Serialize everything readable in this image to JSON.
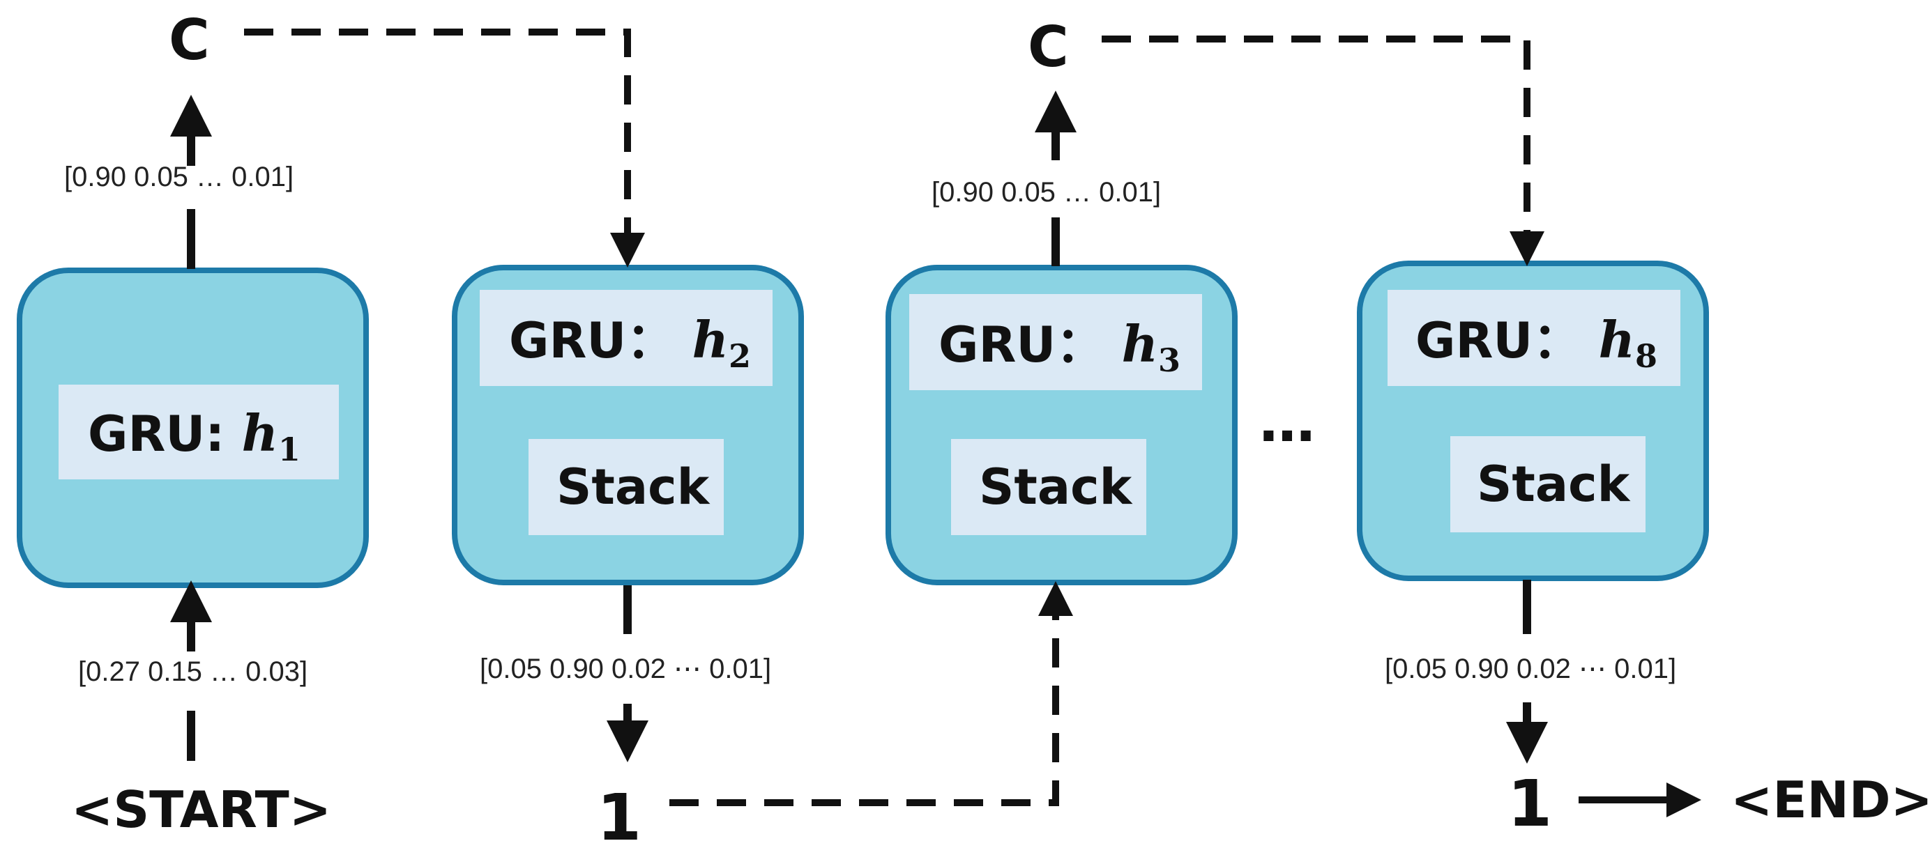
{
  "diagram": {
    "colors": {
      "cell_fill": "#8bd3e3",
      "cell_border": "#1d7aa8",
      "label_fill": "#dbe9f5",
      "ink": "#111111"
    },
    "cells": [
      {
        "gru_text": "GRU: ",
        "var": "h",
        "sub": "1",
        "stack": ""
      },
      {
        "gru_text": "GRU： ",
        "var": "h",
        "sub": "2",
        "stack": "Stack"
      },
      {
        "gru_text": "GRU： ",
        "var": "h",
        "sub": "3",
        "stack": "Stack"
      },
      {
        "gru_text": "GRU： ",
        "var": "h",
        "sub": "8",
        "stack": "Stack"
      }
    ],
    "outputs": [
      "C",
      "C"
    ],
    "probabilities": {
      "p1_out": "[0.90 0.05 … 0.01]",
      "p1_in": "[0.27 0.15 … 0.03]",
      "p2_out": "[0.05 0.90 0.02 ⋯ 0.01]",
      "p3_out": "[0.90 0.05 … 0.01]",
      "p8_out": "[0.05 0.90 0.02 ⋯ 0.01]"
    },
    "tokens": {
      "start": "<START>",
      "one_a": "1",
      "one_b": "1",
      "end": "<END>"
    },
    "ellipsis": "…"
  }
}
